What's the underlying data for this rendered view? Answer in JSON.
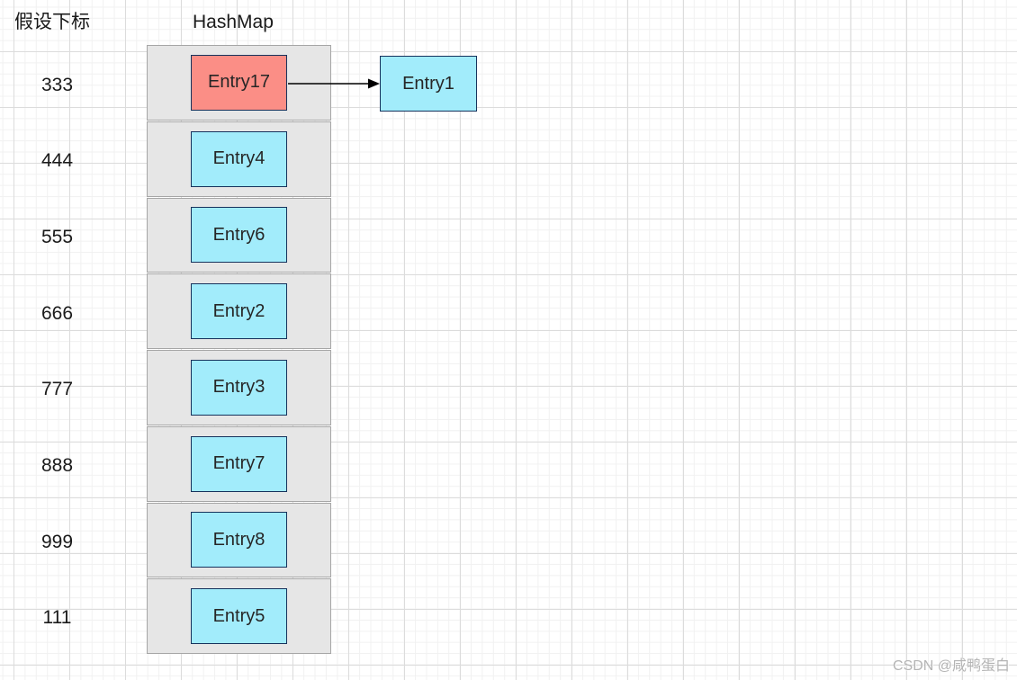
{
  "headers": {
    "index_column": "假设下标",
    "map": "HashMap"
  },
  "rows": [
    {
      "index": "333",
      "entry": "Entry17",
      "highlighted": true
    },
    {
      "index": "444",
      "entry": "Entry4",
      "highlighted": false
    },
    {
      "index": "555",
      "entry": "Entry6",
      "highlighted": false
    },
    {
      "index": "666",
      "entry": "Entry2",
      "highlighted": false
    },
    {
      "index": "777",
      "entry": "Entry3",
      "highlighted": false
    },
    {
      "index": "888",
      "entry": "Entry7",
      "highlighted": false
    },
    {
      "index": "999",
      "entry": "Entry8",
      "highlighted": false
    },
    {
      "index": "111",
      "entry": "Entry5",
      "highlighted": false
    }
  ],
  "linked_node": {
    "label": "Entry1",
    "from_entry": "Entry17"
  },
  "watermark": "CSDN @咸鸭蛋白",
  "colors": {
    "entry_fill": "#a2ecfb",
    "entry_highlight_fill": "#fb8e86",
    "entry_border": "#16325c",
    "bucket_fill": "#e6e6e6",
    "bucket_border": "#a6a6a6",
    "grid_minor": "#f1f1f1",
    "grid_major": "#dcdcdc",
    "arrow": "#000000"
  }
}
